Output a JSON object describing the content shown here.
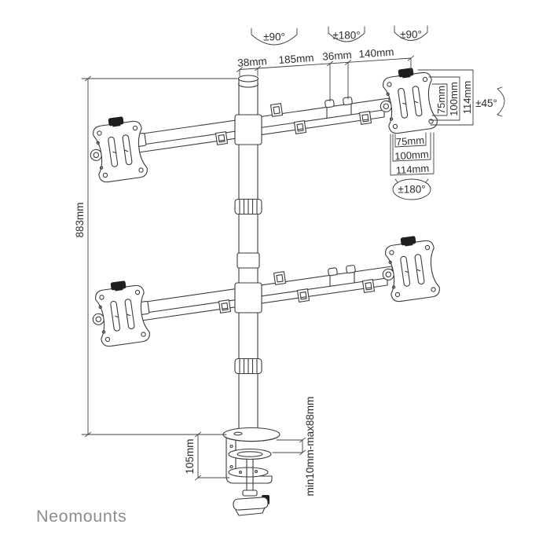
{
  "diagram": {
    "kind": "monitor-desk-mount-dimension-drawing",
    "background": "#ffffff",
    "line_color": "#3b3b3b",
    "dimension_line_color": "#3f3f3f",
    "text_color": "#2c2c2c",
    "knob_color": "#1f1f1f"
  },
  "logo": {
    "text": "Neomounts",
    "color": "#8d8d8d"
  },
  "rotation_labels": {
    "top_left_swivel": "±90°",
    "top_center_swivel": "±180°",
    "top_right_swivel": "±90°",
    "tilt": "±45°",
    "vesa_rotate": "±180°"
  },
  "dimension_labels": {
    "pole_diameter": "38mm",
    "arm_inner_span": "185mm",
    "joint_width": "36mm",
    "arm_outer_span": "140mm",
    "pole_height": "883mm",
    "clamp_height": "105mm",
    "desk_thickness": "min10mm-max88mm",
    "vesa_vertical": {
      "inner": "75mm",
      "middle": "100mm",
      "outer": "114mm"
    },
    "vesa_horizontal": {
      "inner": "75mm",
      "middle": "100mm",
      "outer": "114mm"
    }
  }
}
